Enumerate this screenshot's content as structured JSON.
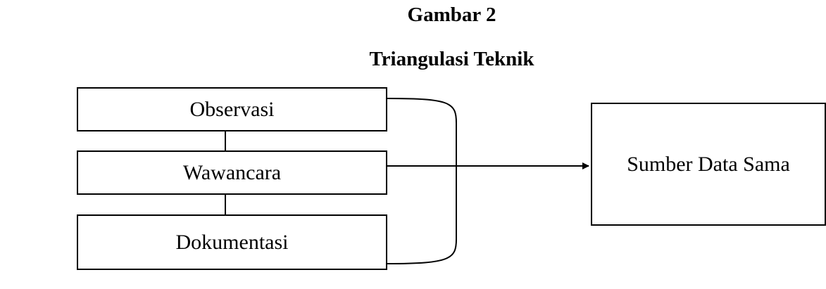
{
  "figure": {
    "number": "Gambar 2",
    "title": "Triangulasi Teknik"
  },
  "techniques": [
    {
      "label": "Observasi"
    },
    {
      "label": "Wawancara"
    },
    {
      "label": "Dokumentasi"
    }
  ],
  "target": {
    "label": "Sumber Data Sama"
  },
  "colors": {
    "line": "#000000",
    "background": "#ffffff"
  }
}
